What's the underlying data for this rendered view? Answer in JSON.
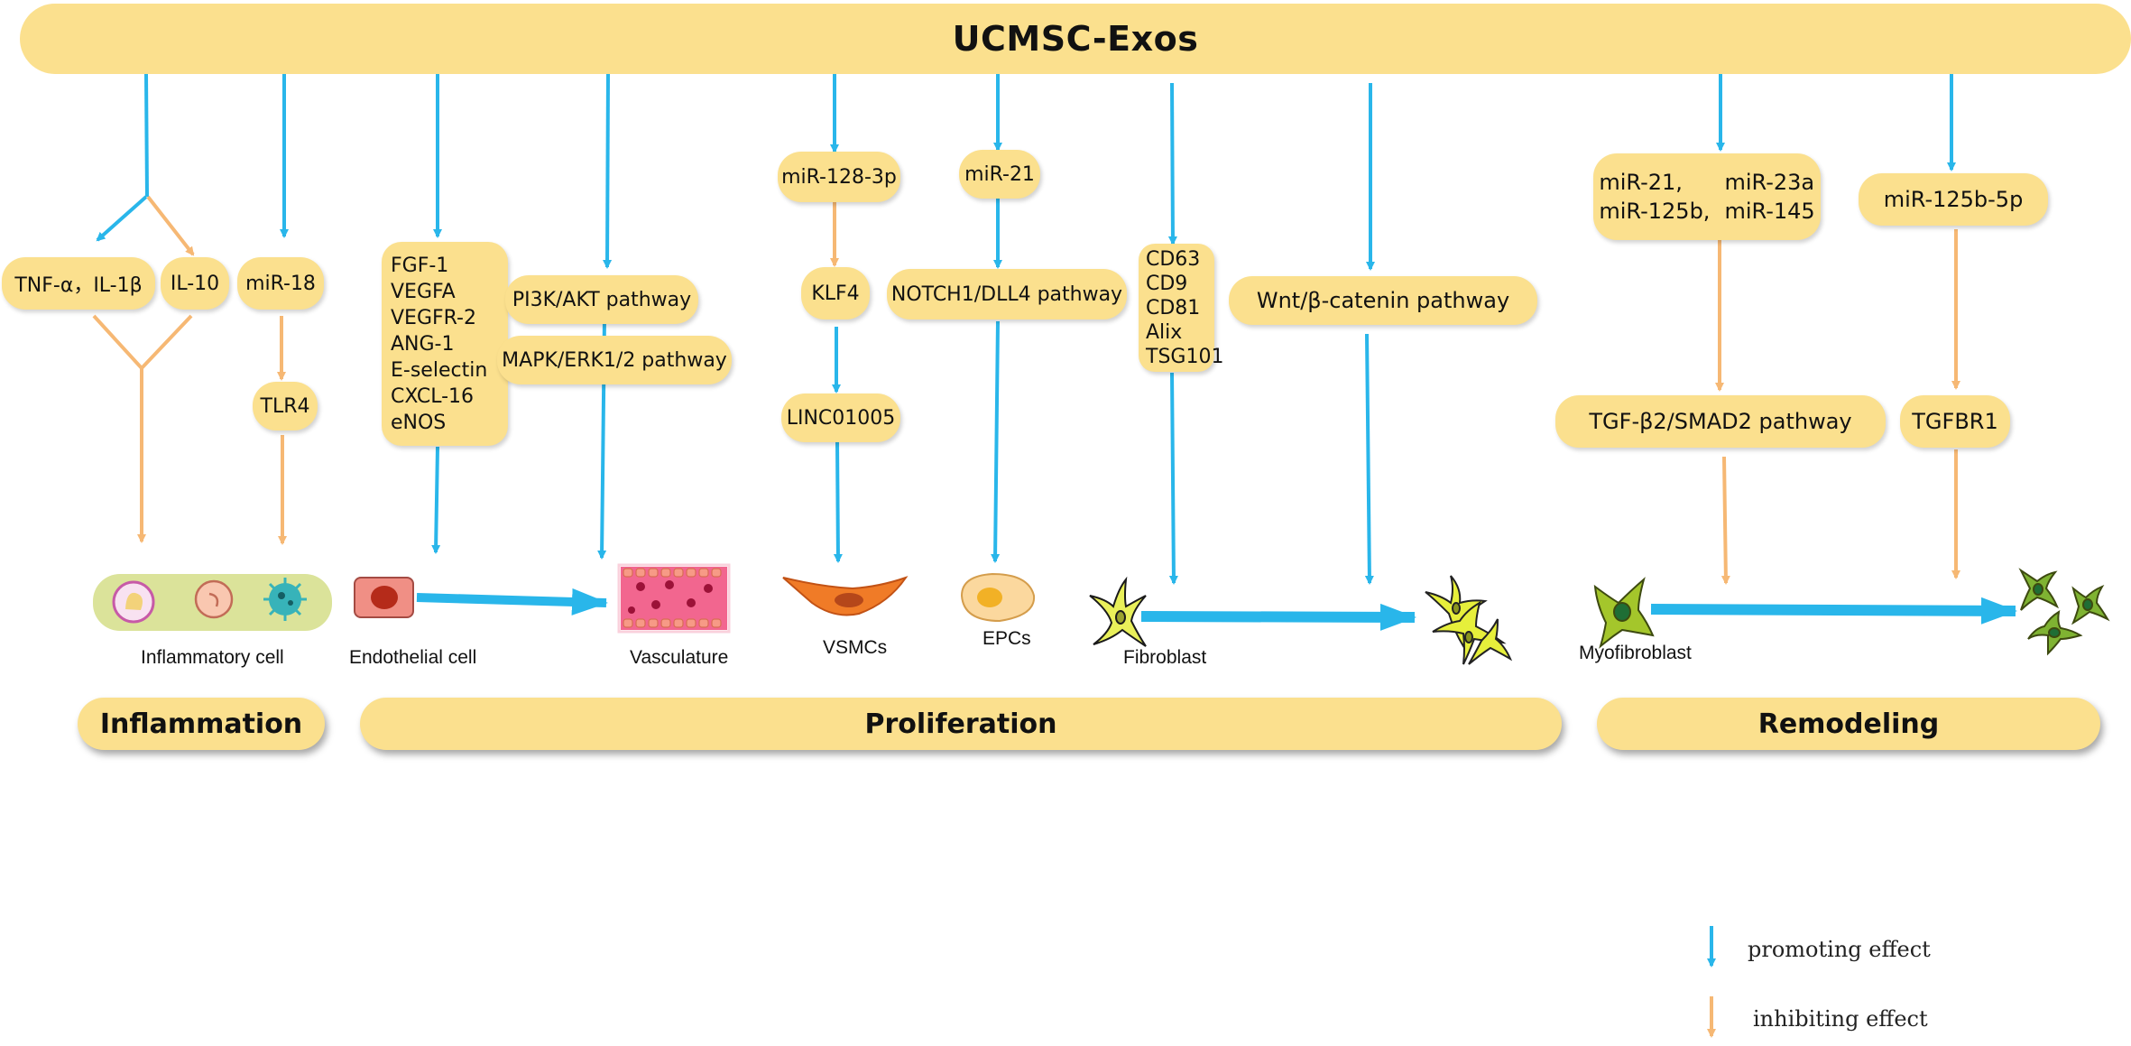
{
  "banner": "UCMSC-Exos",
  "nodes": {
    "tnf": "TNF-α，IL-1β",
    "il10": "IL-10",
    "mir18": "miR-18",
    "tlr4": "TLR4",
    "growth_factors": [
      "FGF-1",
      "VEGFA",
      "VEGFR-2",
      "ANG-1",
      "E-selectin",
      "CXCL-16",
      "eNOS"
    ],
    "pi3k": "PI3K/AKT pathway",
    "mapk": "MAPK/ERK1/2 pathway",
    "mir128": "miR-128-3p",
    "klf4": "KLF4",
    "linc": "LINC01005",
    "mir21": "miR-21",
    "notch": "NOTCH1/DLL4 pathway",
    "markers": [
      "CD63",
      "CD9",
      "CD81",
      "Alix",
      "TSG101"
    ],
    "wnt": "Wnt/β-catenin pathway",
    "mir_group": [
      "miR-21,",
      "miR-23a",
      "miR-125b,",
      "miR-145"
    ],
    "mir125b5p": "miR-125b-5p",
    "tgfb2": "TGF-β2/SMAD2 pathway",
    "tgfbr1": "TGFBR1"
  },
  "cells": {
    "inflammatory": "Inflammatory cell",
    "endothelial": "Endothelial cell",
    "vasculature": "Vasculature",
    "vsmcs": "VSMCs",
    "epcs": "EPCs",
    "fibroblast": "Fibroblast",
    "myofibroblast": "Myofibroblast"
  },
  "phases": {
    "inflammation": "Inflammation",
    "proliferation": "Proliferation",
    "remodeling": "Remodeling"
  },
  "legend": {
    "promoting": "promoting effect",
    "inhibiting": "inhibiting effect"
  },
  "colors": {
    "pill": "#fbe08e",
    "promoting": "#29b6ea",
    "inhibiting": "#f6b874"
  }
}
